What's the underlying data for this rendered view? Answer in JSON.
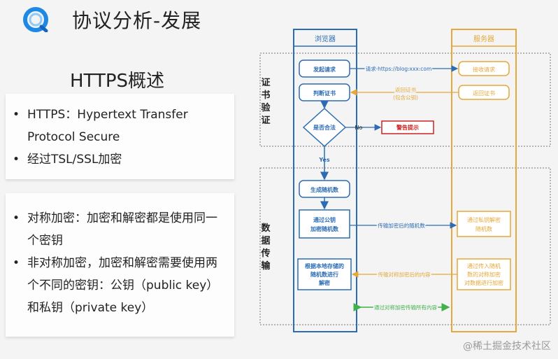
{
  "header": {
    "title": "协议分析-发展"
  },
  "left": {
    "section_title": "HTTPS概述",
    "bullet": "•",
    "card1": [
      "HTTPS：Hypertext Transfer",
      "Protocol Secure",
      "经过TSL/SSL加密"
    ],
    "card2": [
      "对称加密：加密和解密都是使用同一",
      "个密钥",
      "非对称加密，加密和解密需要使用两",
      "个不同的密钥：公钥（public key）",
      "和私钥（private key）"
    ]
  },
  "diagram": {
    "browser_label": "浏览器",
    "server_label": "服务器",
    "cert_group_label": [
      "证",
      "书",
      "验",
      "证"
    ],
    "data_group_label": [
      "数",
      "据",
      "传",
      "输"
    ],
    "browser_steps": {
      "request": "发起请求",
      "check_cert": "判断证书",
      "valid": "是否合法",
      "generate": "生成随机数",
      "encrypt": [
        "通过公钥",
        "加密随机数"
      ],
      "decrypt": [
        "根据本地存储的",
        "随机数进行",
        "解密"
      ]
    },
    "server_steps": {
      "receive": "接收请求",
      "return_cert": "返回证书",
      "decrypt_key": [
        "通过私钥解密",
        "随机数"
      ],
      "encrypt_content": [
        "通过传入随机",
        "数的对称加密",
        "对数据进行加密"
      ]
    },
    "arrows": {
      "request": "请求 https://blog.xxx.com",
      "return_cert": [
        "返回证书",
        "(包含公钥)"
      ],
      "no": "No",
      "warning": "警告提示",
      "yes": "Yes",
      "send_random": "传输加密后的随机数",
      "send_content": "传输对称加密后的内容",
      "all_content": "通过对称加密传输所有内容"
    },
    "colors": {
      "blue": "#2b6cb5",
      "orange": "#e5a83a",
      "red": "#cc2222",
      "green": "#3fb24a"
    }
  },
  "watermark": "@稀土掘金技术社区"
}
